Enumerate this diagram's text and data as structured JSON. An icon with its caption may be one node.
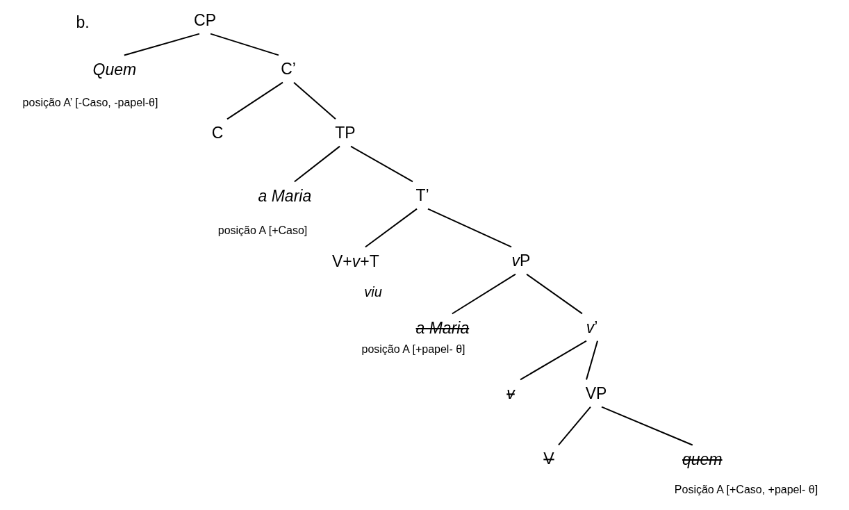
{
  "diagram": {
    "nodes": [
      {
        "text": [
          "CP"
        ]
      },
      {
        "text": [
          "Quem"
        ],
        "beside": [
          "posição A’ [-Caso, -papel-θ]"
        ]
      },
      {
        "text": [
          "C’"
        ]
      },
      {
        "text": [
          "C"
        ]
      },
      {
        "text": [
          "TP"
        ]
      },
      {
        "text": [
          "a Maria"
        ],
        "beside": [
          "posição A [+Caso]"
        ]
      },
      {
        "text": [
          "T’"
        ]
      },
      {
        "text": [
          "V+*v*+T"
        ],
        "beside": [
          "viu"
        ]
      },
      {
        "text": [
          "vP"
        ]
      },
      {
        "text": [
          "a Maria"
        ],
        "beside": [
          "posição A [+papel- θ]"
        ]
      },
      {
        "text": [
          "*v*’"
        ]
      },
      {
        "text": [
          "v"
        ]
      },
      {
        "text": [
          "VP"
        ]
      },
      {
        "text": [
          "V"
        ]
      },
      {
        "text": [
          "quem"
        ],
        "beside": [
          "Posição A [+Caso, +papel- θ]"
        ]
      }
    ],
    "edges": [
      {
        "from": 0,
        "to": 1,
        "arrow": "none"
      },
      {
        "from": 0,
        "to": 2,
        "arrow": "none"
      },
      {
        "from": 2,
        "to": 3,
        "arrow": "none"
      },
      {
        "from": 2,
        "to": 4,
        "arrow": "none"
      },
      {
        "from": 4,
        "to": 5,
        "arrow": "none"
      },
      {
        "from": 4,
        "to": 6,
        "arrow": "none"
      },
      {
        "from": 6,
        "to": 7,
        "arrow": "none"
      },
      {
        "from": 6,
        "to": 8,
        "arrow": "none"
      },
      {
        "from": 8,
        "to": 9,
        "arrow": "none"
      },
      {
        "from": 8,
        "to": 10,
        "arrow": "none"
      },
      {
        "from": 10,
        "to": 11,
        "arrow": "none"
      },
      {
        "from": 10,
        "to": 12,
        "arrow": "none"
      },
      {
        "from": 12,
        "to": 13,
        "arrow": "none"
      },
      {
        "from": 12,
        "to": 14,
        "arrow": "none"
      }
    ],
    "labels": [
      "b."
    ]
  }
}
